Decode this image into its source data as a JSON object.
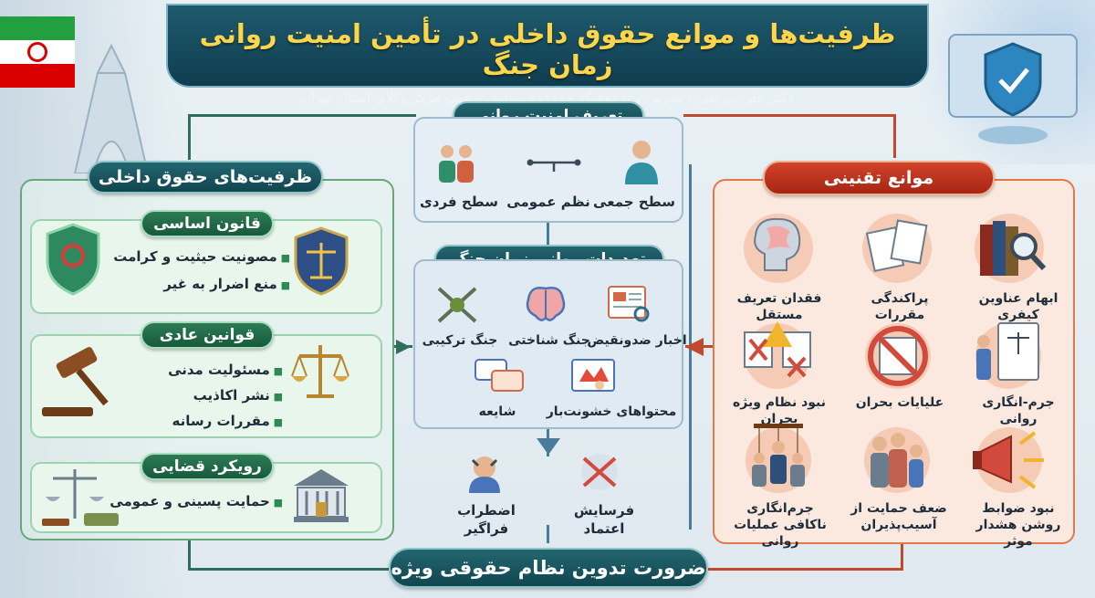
{
  "header": {
    "title": "ظرفیت‌ها و موانع حقوق داخلی در تأمین امنیت روانی زمان جنگ",
    "subtitle": "دکتر علی پورنقی - مدرس و پژوهشگر حقوق خصوصی - عضو مرکز وکلای استان تهران"
  },
  "definition": {
    "title": "تعریف امنیت روانی",
    "items": [
      "سطح جمعی",
      "نظم عمومی",
      "سطح فردی"
    ]
  },
  "threats": {
    "title": "تهدیدات روانی زمان جنگ",
    "items": [
      "اخبار ضدونقیض",
      "جنگ شناختی",
      "جنگ ترکیبی",
      "محتواهای خشونت‌بار",
      "شایعه"
    ]
  },
  "effects": {
    "items": [
      "فرسایش اعتماد",
      "اضطراب فراگیر"
    ]
  },
  "capacities": {
    "title": "ظرفیت‌های حقوق داخلی",
    "constitution": {
      "title": "قانون اساسی",
      "items": [
        "مصونیت حیثیت و کرامت",
        "منع اضرار به غیر"
      ]
    },
    "ordinary": {
      "title": "قوانین عادی",
      "items": [
        "مسئولیت مدنی",
        "نشر اکاذیب",
        "مقررات رسانه"
      ]
    },
    "judicial": {
      "title": "رویکرد قضایی",
      "items": [
        "حمایت پسینی و عمومی"
      ]
    }
  },
  "obstacles": {
    "title": "موانع تقنینی",
    "items": [
      "ابهام عناوین کیفری",
      "پراکندگی مقررات",
      "فقدان تعریف مستقل",
      "جرم-انگاری روانی",
      "علیایات بحران",
      "نبود نظام ویژه بحران",
      "نبود ضوابط روشن هشدار موثر",
      "ضعف حمایت از آسیب‌پذیران",
      "جرم‌انگاری ناکافی عملیات روانی"
    ]
  },
  "conclusion": {
    "title": "ضرورت تدوین نظام حقوقی ویژه"
  },
  "colors": {
    "teal": "#114650",
    "red": "#a52614",
    "green": "#185a3a",
    "gold": "#ffd54a"
  }
}
